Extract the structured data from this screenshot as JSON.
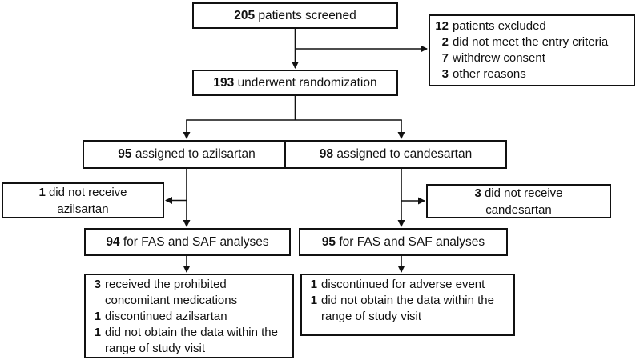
{
  "diagram": {
    "type": "patient-flow-consort-diagram",
    "colors": {
      "line": "#111111",
      "box_border": "#111111",
      "box_fill": "#ffffff",
      "background": "#ffffff"
    }
  },
  "flow": {
    "screened": {
      "value": "205",
      "label": "patients screened"
    },
    "excluded": {
      "items": [
        {
          "n": "12",
          "t": "patients excluded"
        },
        {
          "n": "2",
          "t": "did not meet the entry criteria"
        },
        {
          "n": "7",
          "t": "withdrew consent"
        },
        {
          "n": "3",
          "t": "other reasons"
        }
      ]
    },
    "randomized": {
      "value": "193",
      "label": "underwent randomization"
    },
    "left_arm": {
      "assigned": {
        "value": "95",
        "label": "assigned to azilsartan"
      },
      "not_received": {
        "value": "1",
        "label": "did not receive azilsartan"
      },
      "analyses": {
        "value": "94",
        "label": "for FAS and SAF analyses"
      },
      "discontinued": {
        "items": [
          {
            "n": "3",
            "t": "received the prohibited concomitant medications"
          },
          {
            "n": "1",
            "t": "discontinued azilsartan"
          },
          {
            "n": "1",
            "t": "did not obtain the data within the range of study visit"
          }
        ]
      }
    },
    "right_arm": {
      "assigned": {
        "value": "98",
        "label": "assigned to candesartan"
      },
      "not_received": {
        "value": "3",
        "label": "did not receive candesartan"
      },
      "analyses": {
        "value": "95",
        "label": "for FAS and SAF analyses"
      },
      "discontinued": {
        "items": [
          {
            "n": "1",
            "t": "discontinued for adverse event"
          },
          {
            "n": "1",
            "t": "did not obtain the data within the range of study visit"
          }
        ]
      }
    }
  }
}
